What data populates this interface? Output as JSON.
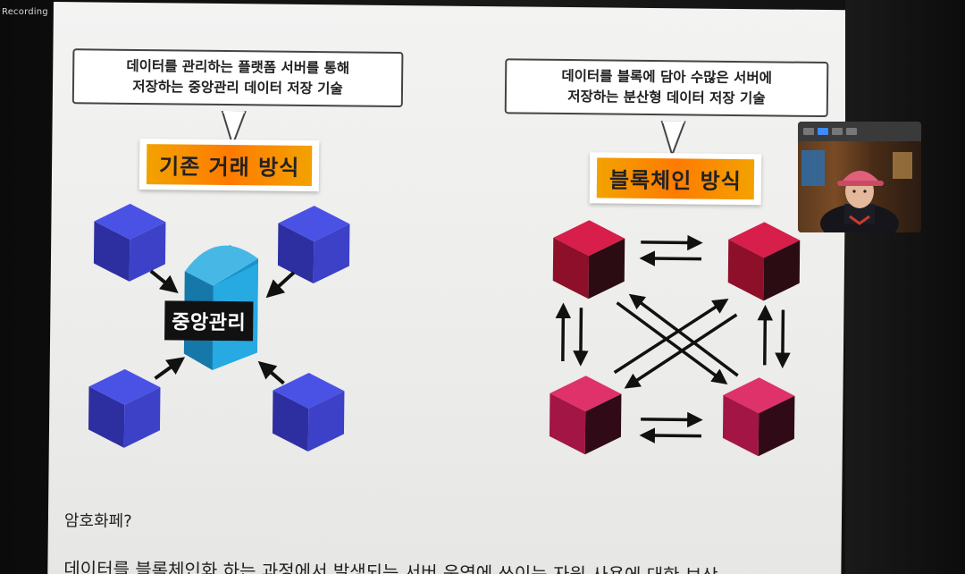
{
  "overlay": {
    "recording_label": "Recording"
  },
  "slide": {
    "left": {
      "callout_line1": "데이터를 관리하는 플랫폼 서버를 통해",
      "callout_line2": "저장하는 중앙관리 데이터 저장 기술",
      "title": "기존 거래 방식",
      "center_label": "중앙관리",
      "cube_color": "#3a3fd0"
    },
    "right": {
      "callout_line1": "데이터를 블록에 담아 수많은 서버에",
      "callout_line2": "저장하는 분산형 데이터 저장 기술",
      "title": "블록체인 방식",
      "cube_color": "#c9163a"
    },
    "question": "암호화페?",
    "description": "데이터를 블록체인화 하는 과정에서 발생되는 서버 운영에 쓰이는 자원 사용에 대한 보상"
  },
  "video_call": {
    "participant": "webcam participant wearing a pink cap"
  }
}
